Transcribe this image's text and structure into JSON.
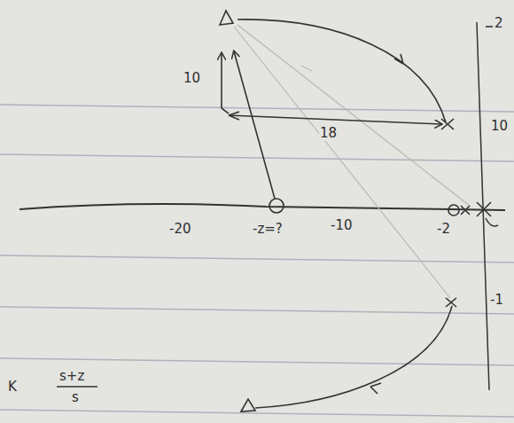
{
  "diagram": {
    "labels": [
      "10",
      "18",
      "10",
      "2",
      "-20",
      "-z=?",
      "-10",
      "-2",
      "-1",
      "K",
      "s+z",
      "s"
    ]
  }
}
